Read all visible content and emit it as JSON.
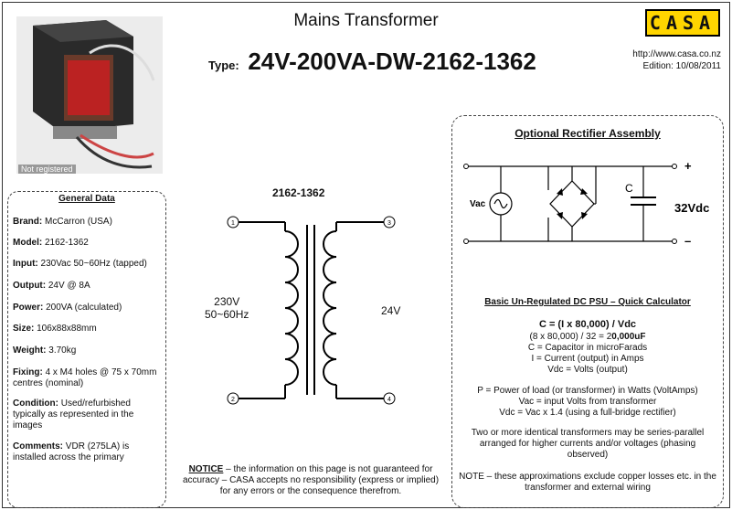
{
  "header": {
    "title": "Mains Transformer",
    "type_label": "Type:",
    "type_code": "24V-200VA-DW-2162-1362",
    "logo_text": "CASA",
    "url": "http://www.casa.co.nz",
    "edition": "Edition: 10/08/2011",
    "photo_caption": "Not registered"
  },
  "general": {
    "title": "General Data",
    "items": [
      {
        "label": "Brand:",
        "value": "McCarron (USA)"
      },
      {
        "label": "Model:",
        "value": "2162-1362"
      },
      {
        "label": "Input:",
        "value": "230Vac 50~60Hz (tapped)"
      },
      {
        "label": "Output:",
        "value": "24V @ 8A"
      },
      {
        "label": "Power:",
        "value": "200VA (calculated)"
      },
      {
        "label": "Size:",
        "value": "106x88x88mm"
      },
      {
        "label": "Weight:",
        "value": "3.70kg"
      },
      {
        "label": "Fixing:",
        "value": "4 x M4 holes @ 75 x 70mm centres (nominal)"
      },
      {
        "label": "Condition:",
        "value": "Used/refurbished typically as represented in the images"
      },
      {
        "label": "Comments:",
        "value": "VDR (275LA) is installed across the primary"
      }
    ]
  },
  "diagram": {
    "title": "2162-1362",
    "primary_v": "230V",
    "primary_hz": "50~60Hz",
    "secondary_v": "24V",
    "pins": [
      "1",
      "2",
      "3",
      "4"
    ]
  },
  "notice": {
    "label": "NOTICE",
    "text": " – the information on this page is not guaranteed for accuracy – CASA accepts no responsibility (express or implied) for any errors or the consequence therefrom."
  },
  "rectifier": {
    "title": "Optional Rectifier Assembly",
    "vac_label": "Vac",
    "cap_label": "C",
    "out_label": "32Vdc",
    "plus": "+",
    "minus": "–"
  },
  "calculator": {
    "title": "Basic Un-Regulated DC PSU – Quick Calculator",
    "formula": "C = (I x 80,000) / Vdc",
    "example_pre": "(8 x 80,000) / 32 = 2",
    "example_bold": "0,000uF",
    "l1": "C = Capacitor in microFarads",
    "l2": "I = Current (output) in Amps",
    "l3": "Vdc = Volts (output)",
    "l4": "P = Power of load (or transformer) in Watts (VoltAmps)",
    "l5": "Vac = input Volts from transformer",
    "l6": "Vdc = Vac x 1.4 (using a full-bridge rectifier)",
    "p1": "Two or more identical transformers may be series-parallel arranged for higher currents and/or voltages (phasing observed)",
    "p2": "NOTE – these approximations exclude copper losses etc. in the transformer and external wiring"
  }
}
